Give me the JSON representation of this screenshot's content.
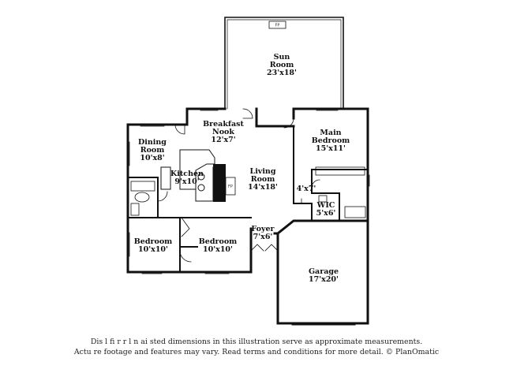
{
  "rooms": {
    "sun_room": {
      "name1": "Sun",
      "name2": "Room",
      "dims": "23'x18'"
    },
    "breakfast_nook": {
      "name1": "Breakfast",
      "name2": "Nook",
      "dims": "12'x7'"
    },
    "main_bedroom": {
      "name1": "Main",
      "name2": "Bedroom",
      "dims": "15'x11'"
    },
    "dining_room": {
      "name1": "Dining",
      "name2": "Room",
      "dims": "10'x8'"
    },
    "kitchen": {
      "name1": "Kitchen",
      "dims": "9'x10'"
    },
    "living_room": {
      "name1": "Living",
      "name2": "Room",
      "dims": "14'x18'"
    },
    "closet": {
      "dims": "4'x7'"
    },
    "wic": {
      "name1": "WIC",
      "dims": "5'x6'"
    },
    "foyer": {
      "name1": "Foyer",
      "dims": "7'x6'"
    },
    "bedroom_1": {
      "name1": "Bedroom",
      "dims": "10'x10'"
    },
    "bedroom_2": {
      "name1": "Bedroom",
      "dims": "10'x10'"
    },
    "garage": {
      "name1": "Garage",
      "dims": "17'x20'"
    }
  },
  "fireplaces": {
    "sun_room": "FP",
    "living": "FP"
  },
  "disclaimer": {
    "line1": "Dis       l  fi  r  r l  n  ai  sted dimensions in this illustration serve as approximate measurements.",
    "line2": "Actu   re footage and features may vary. Read terms and conditions for more detail. © PlanOmatic"
  }
}
